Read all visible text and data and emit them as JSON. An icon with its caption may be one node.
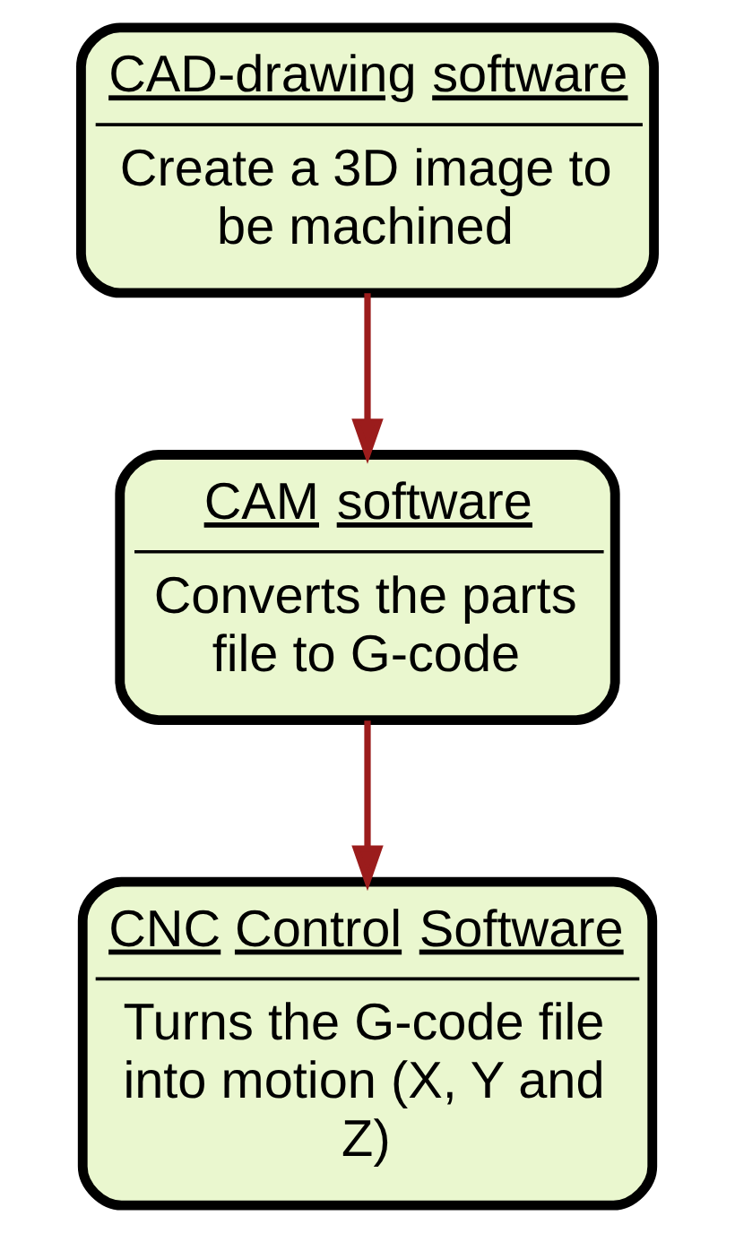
{
  "diagram": {
    "nodes": [
      {
        "text": [
          "CAD-drawing software",
          "Create a 3D image to be machined"
        ]
      },
      {
        "text": [
          "CAM software",
          "Converts the parts file to G-code"
        ]
      },
      {
        "text": [
          "CNC Control Software",
          "Turns the G-code file into motion (X, Y and Z)"
        ]
      }
    ],
    "edges": [
      {
        "from": 0,
        "to": 1,
        "arrow": "to",
        "color": "#9b1c1c"
      },
      {
        "from": 1,
        "to": 2,
        "arrow": "to",
        "color": "#9b1c1c"
      }
    ]
  }
}
